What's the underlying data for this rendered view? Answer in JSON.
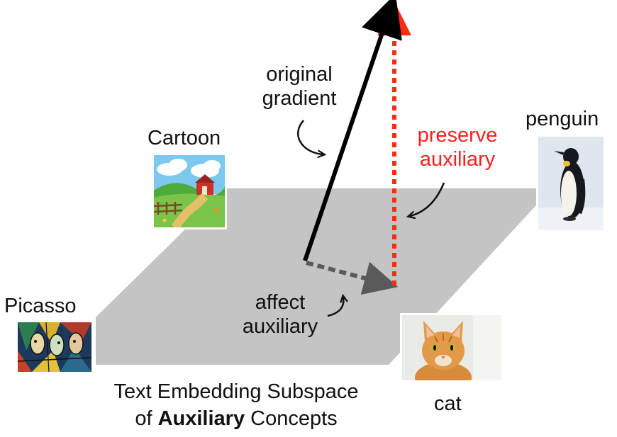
{
  "labels": {
    "original_gradient_line1": "original",
    "original_gradient_line2": "gradient",
    "preserve_line1": "preserve",
    "preserve_line2": "auxiliary",
    "affect_line1": "affect",
    "affect_line2": "auxiliary"
  },
  "concepts": {
    "cartoon": "Cartoon",
    "penguin": "penguin",
    "picasso": "Picasso",
    "cat": "cat"
  },
  "caption": {
    "line1": "Text Embedding Subspace",
    "line2_prefix": "of ",
    "line2_bold": "Auxiliary",
    "line2_suffix": " Concepts"
  },
  "colors": {
    "plane": "#c4c4c4",
    "gradient_arrow": "#000000",
    "preserve_arrow": "#ff2a12",
    "affect_arrow": "#5a5a5a",
    "preserve_text": "#ff1f1f"
  }
}
